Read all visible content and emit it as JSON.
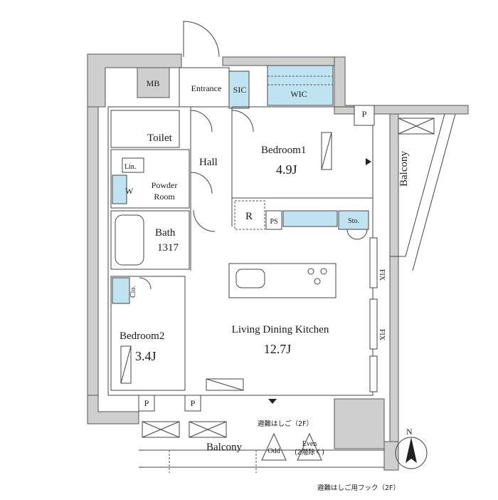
{
  "rooms": {
    "mb": "MB",
    "entrance": "Entrance",
    "sic": "SIC",
    "wic": "WIC",
    "toilet": "Toilet",
    "hall": "Hall",
    "bedroom1": "Bedroom1",
    "bedroom1_size": "4.9J",
    "lin": "Lin.",
    "w": "W",
    "powder_room_1": "Powder",
    "powder_room_2": "Room",
    "r": "R",
    "ps": "PS",
    "sto": "Sto.",
    "bath": "Bath",
    "bath_size": "1317",
    "clo": "Clo.",
    "ldk": "Living Dining Kitchen",
    "ldk_size": "12.7J",
    "bedroom2": "Bedroom2",
    "bedroom2_size": "3.4J",
    "balcony_side": "Balcony",
    "balcony_bottom": "Balcony",
    "p_top": "P",
    "p_left": "P",
    "p_mid": "P",
    "fix_1": "FIX",
    "fix_2": "FIX"
  },
  "annotations": {
    "ladder_2f": "避難はしご（2F）",
    "odd": "Odd",
    "even": "Even",
    "even_note": "(2階除く)",
    "hook_2f": "避難はしご用フック（2F）",
    "north": "N"
  }
}
